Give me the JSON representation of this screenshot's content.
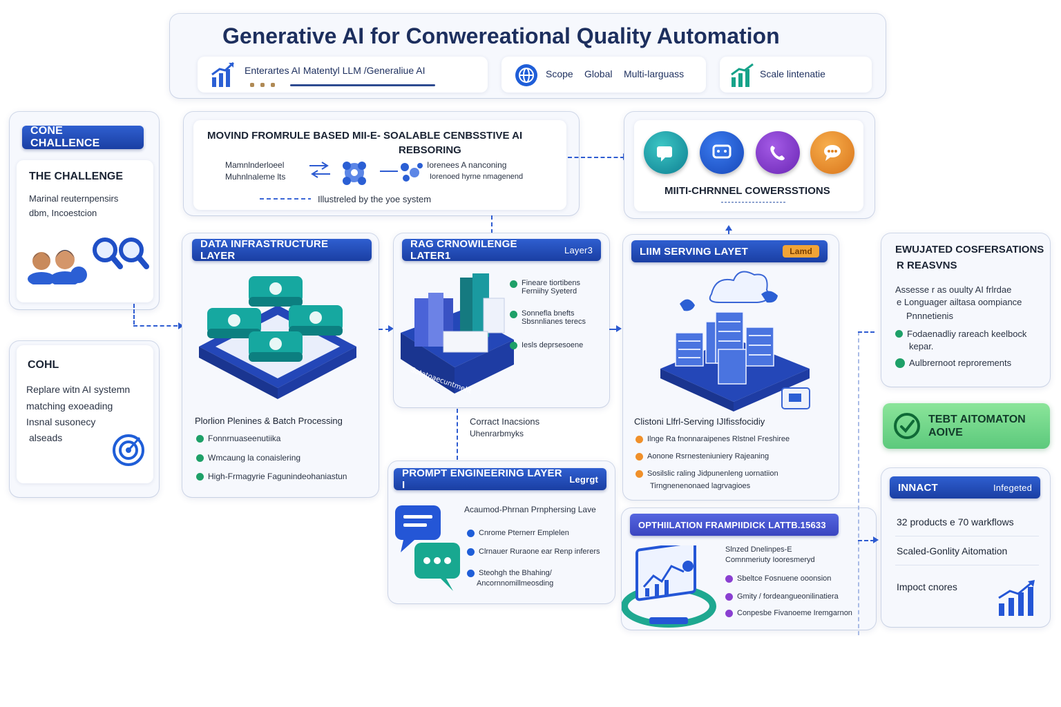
{
  "header": {
    "title": "Generative AI for Conwereational Quality Automation",
    "pill1": "Enterartes AI Matentyl LLM /Generaliue AI",
    "pill2_scope": "Scope",
    "pill2_global": "Global",
    "pill2_multi": "Multi-larguass",
    "pill3": "Scale lintenatie"
  },
  "challenge": {
    "badge": "CONE CHALLENCE",
    "title": "THE CHALLENGE",
    "line1": "Marinal reuternpensirs",
    "line2": "dbm, Incoestcion"
  },
  "goal": {
    "title": "COHL",
    "line1": "Replare witn AI systemn",
    "line2": "matching exoeading",
    "line3": "Insnal susonecy",
    "line4": "alseads"
  },
  "moving": {
    "title1": "MOVIND FROMRULE BASED MII-E- SOALABLE CENBSSTIVE AI",
    "title2": "REBSORING",
    "left1": "Mamnlnderloeel",
    "left2": "Muhnlnaleme lts",
    "right1": "Iorenees A nanconing",
    "right2": "Iorenoed hyrne nmagenend",
    "footer": "Illustreled by the yoe system"
  },
  "multichannel": {
    "title": "MIITI-CHRNNEL COWERSSTIONS",
    "colors": [
      "#17a3a8",
      "#1f5ed8",
      "#8a3fd1",
      "#f0902a"
    ]
  },
  "data_layer": {
    "badge": "DATA INFRASTRUCTURE LAYER",
    "caption": "Plorlion Plenines & Batch Processing",
    "bullets": [
      "Fonnrnuaseenutiika",
      "Wmcaung la conaislering",
      "High-Frmagyrie Fagunindeohaniastun"
    ]
  },
  "rag_layer": {
    "badge": "RAG CRNOWILENGE LATER1",
    "tag": "Layer3",
    "bullets": [
      "Fineare tiortibens Ferniihy Syeterd",
      "Sonnefla bnefts Sbsnnlianes terecs",
      "Iesls deprsesoene"
    ],
    "caption1": "Corract Inacsions",
    "caption2": "Uhenrarbmyks"
  },
  "llm_layer": {
    "badge": "LIIM SERVING LAYET",
    "tag": "Lamd",
    "caption": "Clistoni Llfrl-Serving IJIfissfocidiy",
    "bullets": [
      "Ilnge Ra fnonnaraipenes Rlstnel Freshiree",
      "Aonone Rsrnesteniuniery Rajeaning",
      "Sosilslic raling Jidpunenleng uornatiion"
    ],
    "bullet3b": "Tirngnenenonaed lagrvagioes"
  },
  "prompt_layer": {
    "badge": "PROMPT ENGINEERING LAYER I",
    "tag": "Legrgt",
    "intro": "Acaumod-Phrnan Prnphersing Lave",
    "bullets": [
      "Cnrome Pternerr Emplelen",
      "Clrnauer Ruraone ear Renp inferers",
      "Steohgh the Bhahing/"
    ],
    "bullet3b": "Ancornnomillmeosding"
  },
  "optimization": {
    "badge": "OPTHIILATION FRAMPIIDICK LATTB.15633",
    "intro1": "Slnzed Dnelinpes-E",
    "intro2": "Comnmeriuty Iooresmeryd",
    "bullets": [
      "Sbeltce Fosnuene ooonsion",
      "Gmity / fordeangueonilinatiera",
      "Conpesbe Fivanoeme Iremgarnon"
    ]
  },
  "evaluated": {
    "title1": "EWUJATED COSFERSATIONS",
    "title2": "R REASVNS",
    "text1": "Assesse r as ouulty AI frlrdae",
    "text2": "e Longuager ailtasa oompiance",
    "text3": "Pnnnetienis",
    "bullet1a": "Fodaenadliy rareach keelbock",
    "bullet1b": "kepar.",
    "bullet2": "Aulbrernoot reprorements"
  },
  "test": {
    "line1": "TEBT AITOMATON",
    "line2": "AOIVE"
  },
  "impact": {
    "badge": "INNACT",
    "tag": "Infegeted",
    "line1": "32 products e 70 warkflows",
    "line2": "Scaled-Gonlity Aitomation",
    "line3": "Impoct cnores"
  }
}
